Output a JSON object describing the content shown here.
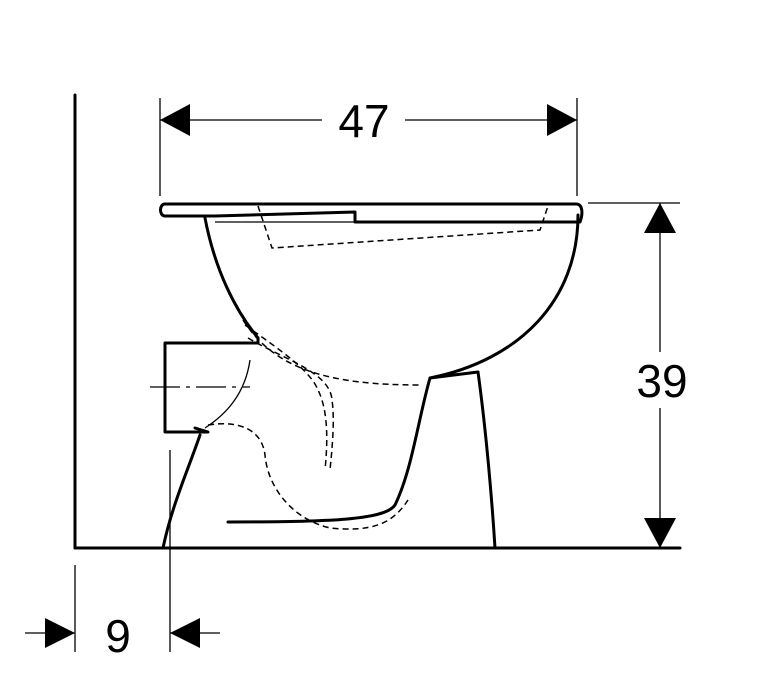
{
  "dimensions": {
    "width_label": "47",
    "height_label": "39",
    "offset_label": "9"
  }
}
